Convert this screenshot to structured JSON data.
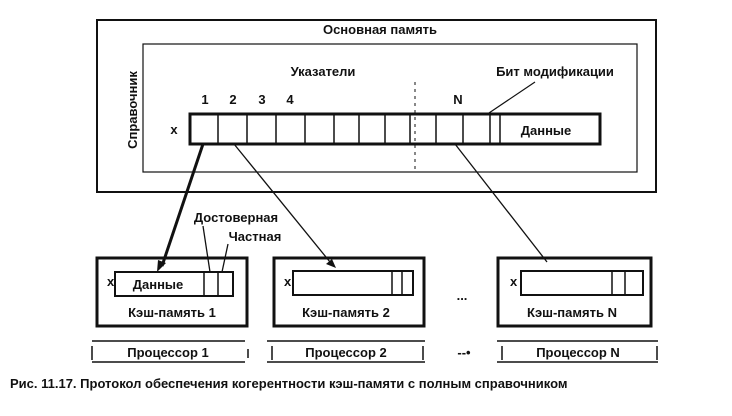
{
  "main_memory": {
    "title": "Основная память",
    "directory_label": "Справочник",
    "pointers_label": "Указатели",
    "mod_bit_label": "Бит модификации",
    "row_label": "x",
    "index_labels": [
      "1",
      "2",
      "3",
      "4"
    ],
    "n_label": "N",
    "data_label": "Данные"
  },
  "cache_annotations": {
    "valid_label": "Достоверная",
    "private_label": "Частная"
  },
  "caches": [
    {
      "row_label": "x",
      "data_label": "Данные",
      "caption": "Кэш-память 1"
    },
    {
      "row_label": "x",
      "caption": "Кэш-память 2"
    },
    {
      "row_label": "x",
      "caption": "Кэш-память N"
    }
  ],
  "cache_ellipsis": "...",
  "processors": [
    {
      "label": "Процессор 1"
    },
    {
      "label": "Процессор 2"
    },
    {
      "label": "Процессор N"
    }
  ],
  "processor_ellipsis": "--•",
  "caption": "Рис. 11.17. Протокол обеспечения когерентности кэш-памяти с полным справочником"
}
